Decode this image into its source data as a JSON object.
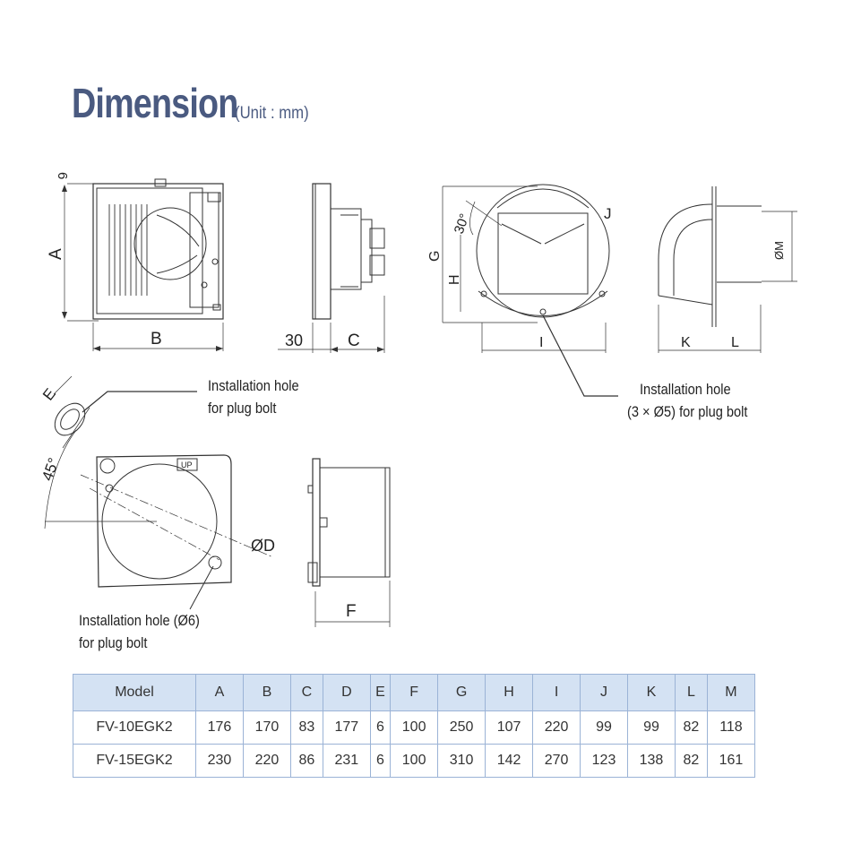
{
  "title": "Dimension",
  "unit": "(Unit : mm)",
  "labels": {
    "six": "6",
    "a": "A",
    "b": "B",
    "thirty": "30",
    "c": "C",
    "g": "G",
    "h": "H",
    "i": "I",
    "j": "J",
    "thirty_deg": "30°",
    "k": "K",
    "l": "L",
    "m": "ØM",
    "e": "E",
    "forty_five": "45°",
    "d": "ØD",
    "f": "F",
    "up_mark": "UP"
  },
  "notes": {
    "plug_hole_1_line1": "Installation hole",
    "plug_hole_1_line2": "for plug bolt",
    "hood_hole_line1": "Installation hole",
    "hood_hole_line2": "(3 × Ø5) for plug bolt",
    "plug_hole_2_line1": "Installation hole (Ø6)",
    "plug_hole_2_line2": "for plug bolt"
  },
  "table": {
    "headers": [
      "Model",
      "A",
      "B",
      "C",
      "D",
      "E",
      "F",
      "G",
      "H",
      "I",
      "J",
      "K",
      "L",
      "M"
    ],
    "rows": [
      [
        "FV-10EGK2",
        "176",
        "170",
        "83",
        "177",
        "6",
        "100",
        "250",
        "107",
        "220",
        "99",
        "99",
        "82",
        "118"
      ],
      [
        "FV-15EGK2",
        "230",
        "220",
        "86",
        "231",
        "6",
        "100",
        "310",
        "142",
        "270",
        "123",
        "138",
        "82",
        "161"
      ]
    ]
  },
  "colors": {
    "title": "#4a5a80",
    "header_bg": "#d4e2f3",
    "table_border": "#9bb3d6"
  }
}
